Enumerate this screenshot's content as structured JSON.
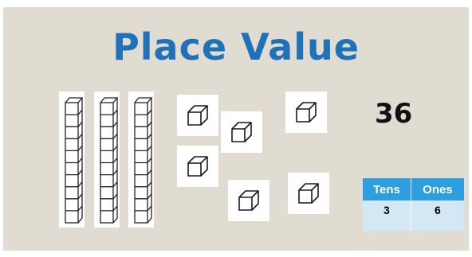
{
  "title": "Place Value",
  "number": "36",
  "tens_rods": {
    "count": 3,
    "units_per_rod": 10
  },
  "ones_cubes": {
    "count": 6
  },
  "place_value_table": {
    "headers": [
      "Tens",
      "Ones"
    ],
    "values": [
      "3",
      "6"
    ]
  },
  "colors": {
    "title": "#1f71b8",
    "background": "#e1dcd2",
    "table_header": "#2d9fe0",
    "table_body": "#d3e7f5"
  }
}
